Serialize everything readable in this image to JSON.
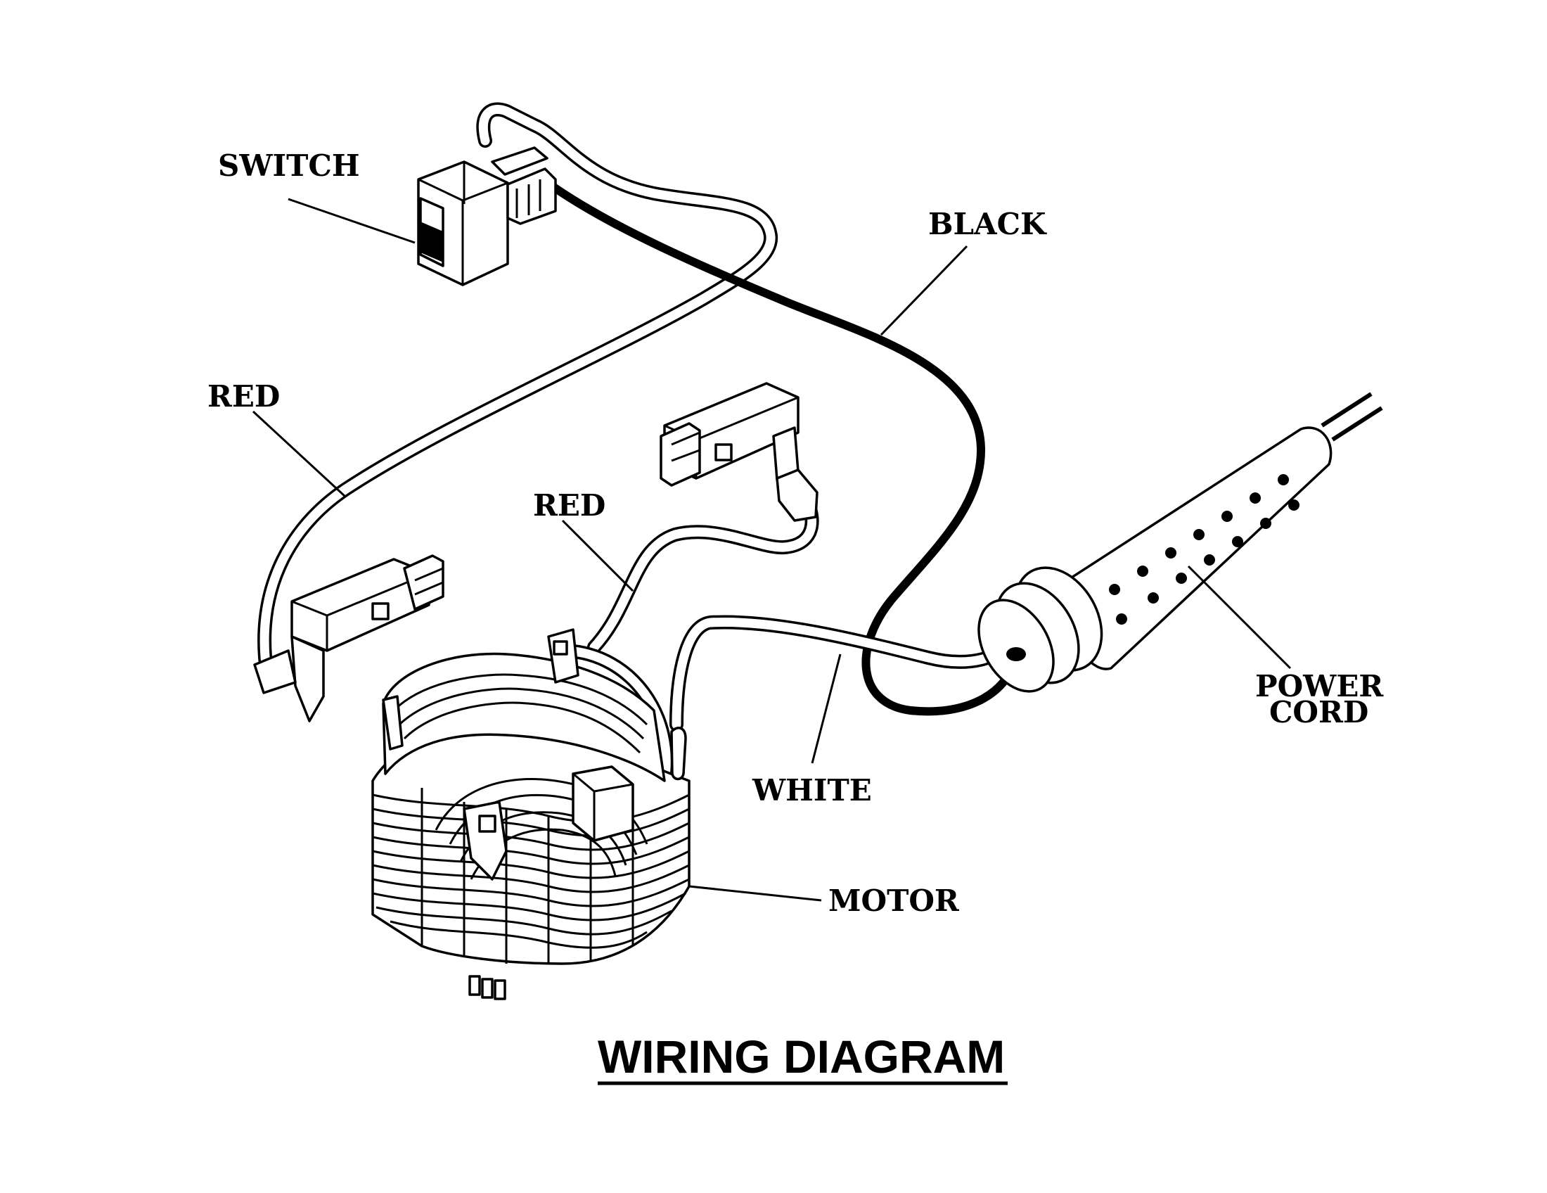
{
  "title": "WIRING DIAGRAM",
  "labels": {
    "switch": "SWITCH",
    "black": "BLACK",
    "red_top": "RED",
    "red_middle": "RED",
    "power_cord_line1": "POWER",
    "power_cord_line2": "CORD",
    "white": "WHITE",
    "motor": "MOTOR"
  }
}
